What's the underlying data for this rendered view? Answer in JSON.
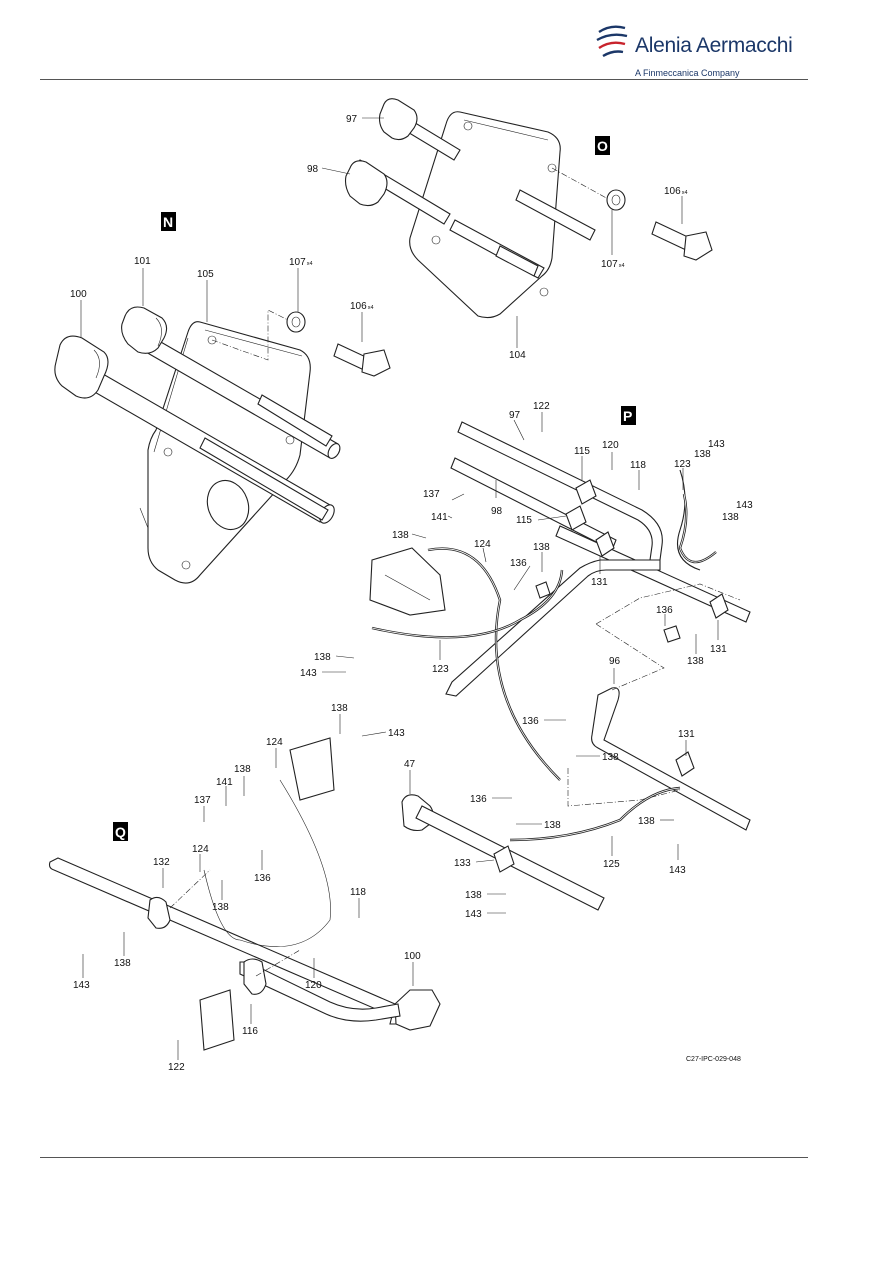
{
  "header": {
    "brand_name": "Alenia Aermacchi",
    "brand_tagline": "A Finmeccanica Company"
  },
  "figure_ref": "C27-IPC-029-048",
  "views": [
    {
      "letter": "N"
    },
    {
      "letter": "O"
    },
    {
      "letter": "P"
    },
    {
      "letter": "Q"
    }
  ],
  "callouts": [
    {
      "text": "97",
      "sub": ""
    },
    {
      "text": "98",
      "sub": ""
    },
    {
      "text": "106",
      "sub": "x4"
    },
    {
      "text": "107",
      "sub": "x4"
    },
    {
      "text": "104",
      "sub": ""
    },
    {
      "text": "101",
      "sub": ""
    },
    {
      "text": "105",
      "sub": ""
    },
    {
      "text": "100",
      "sub": ""
    },
    {
      "text": "107",
      "sub": "x4"
    },
    {
      "text": "106",
      "sub": "x4"
    },
    {
      "text": "97",
      "sub": ""
    },
    {
      "text": "122",
      "sub": ""
    },
    {
      "text": "115",
      "sub": ""
    },
    {
      "text": "120",
      "sub": ""
    },
    {
      "text": "118",
      "sub": ""
    },
    {
      "text": "123",
      "sub": ""
    },
    {
      "text": "138",
      "sub": ""
    },
    {
      "text": "143",
      "sub": ""
    },
    {
      "text": "143",
      "sub": ""
    },
    {
      "text": "138",
      "sub": ""
    },
    {
      "text": "137",
      "sub": ""
    },
    {
      "text": "98",
      "sub": ""
    },
    {
      "text": "115",
      "sub": ""
    },
    {
      "text": "141",
      "sub": ""
    },
    {
      "text": "138",
      "sub": ""
    },
    {
      "text": "124",
      "sub": ""
    },
    {
      "text": "138",
      "sub": ""
    },
    {
      "text": "136",
      "sub": ""
    },
    {
      "text": "131",
      "sub": ""
    },
    {
      "text": "136",
      "sub": ""
    },
    {
      "text": "131",
      "sub": ""
    },
    {
      "text": "138",
      "sub": ""
    },
    {
      "text": "138",
      "sub": ""
    },
    {
      "text": "143",
      "sub": ""
    },
    {
      "text": "123",
      "sub": ""
    },
    {
      "text": "96",
      "sub": ""
    },
    {
      "text": "136",
      "sub": ""
    },
    {
      "text": "138",
      "sub": ""
    },
    {
      "text": "131",
      "sub": ""
    },
    {
      "text": "47",
      "sub": ""
    },
    {
      "text": "136",
      "sub": ""
    },
    {
      "text": "138",
      "sub": ""
    },
    {
      "text": "138",
      "sub": ""
    },
    {
      "text": "125",
      "sub": ""
    },
    {
      "text": "143",
      "sub": ""
    },
    {
      "text": "133",
      "sub": ""
    },
    {
      "text": "138",
      "sub": ""
    },
    {
      "text": "143",
      "sub": ""
    },
    {
      "text": "138",
      "sub": ""
    },
    {
      "text": "143",
      "sub": ""
    },
    {
      "text": "124",
      "sub": ""
    },
    {
      "text": "138",
      "sub": ""
    },
    {
      "text": "141",
      "sub": ""
    },
    {
      "text": "137",
      "sub": ""
    },
    {
      "text": "124",
      "sub": ""
    },
    {
      "text": "136",
      "sub": ""
    },
    {
      "text": "132",
      "sub": ""
    },
    {
      "text": "138",
      "sub": ""
    },
    {
      "text": "143",
      "sub": ""
    },
    {
      "text": "138",
      "sub": ""
    },
    {
      "text": "118",
      "sub": ""
    },
    {
      "text": "120",
      "sub": ""
    },
    {
      "text": "100",
      "sub": ""
    },
    {
      "text": "116",
      "sub": ""
    },
    {
      "text": "122",
      "sub": ""
    }
  ]
}
